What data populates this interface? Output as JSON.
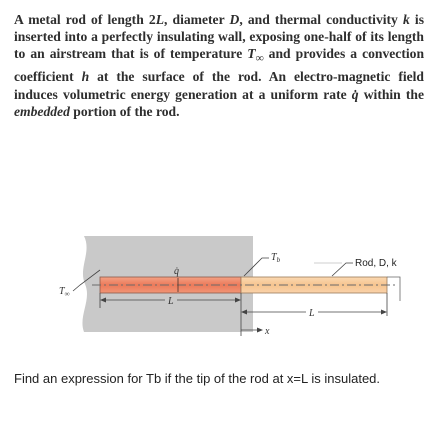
{
  "problem": {
    "p1": "A metal rod of length 2",
    "L": "L",
    "p2": ", diameter ",
    "D": "D",
    "p3": ", and thermal conductivity ",
    "k": "k",
    "p4": " is inserted into a perfectly insulating wall, exposing one-half of its length to an airstream that is of temperature ",
    "Tinf_T": "T",
    "Tinf_sub": "∞",
    "p5": " and provides a convection coefficient ",
    "h": "h",
    "p6": " at the surface of the rod. An electro-magnetic field induces volumetric energy generation at a uniform rate ",
    "qdot": "q̇",
    "p7": " within the ",
    "embedded": "embedded",
    "p8": " portion of the rod."
  },
  "figure": {
    "label_tinf_T": "T",
    "label_tinf_sub": "∞",
    "label_qdot": "q̇",
    "label_L_left": "L",
    "label_tb_T": "T",
    "label_tb_sub": "b",
    "label_rod": "Rod, D, k",
    "label_L_right": "L",
    "label_x": "x",
    "colors": {
      "wall": "#c9c9c9",
      "rod_left": "#f08a6e",
      "rod_right": "#f9cda0"
    }
  },
  "question": "Find an expression for Tb if the tip of the rod at x=L is insulated."
}
